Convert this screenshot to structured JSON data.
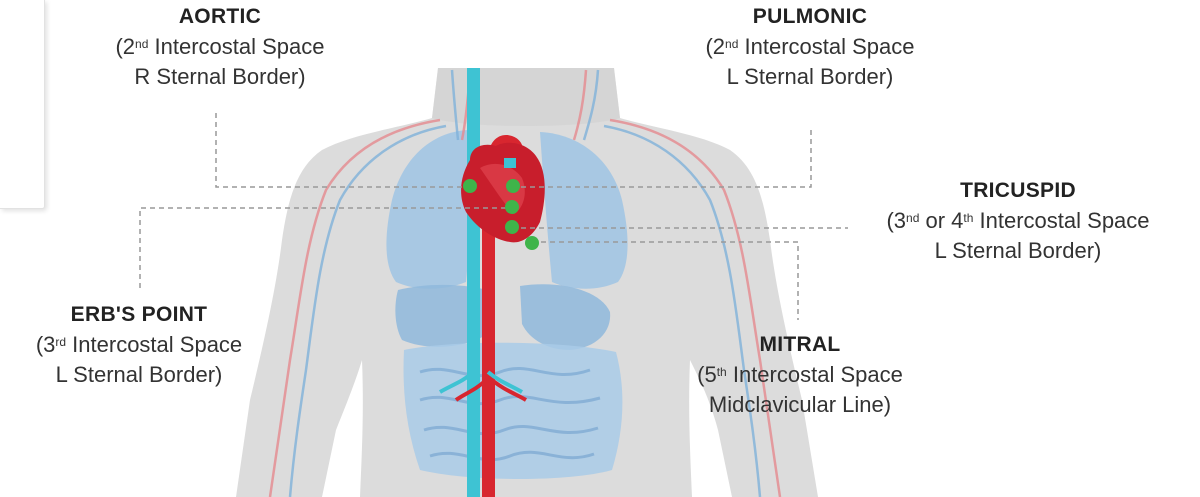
{
  "colors": {
    "silhouette": "#dcdcdc",
    "organs": "#9fc4e4",
    "vein": "#3ec3d3",
    "artery": "#d8262f",
    "heart": "#c81e2c",
    "auscultation_point": "#3fb44a",
    "connector": "#999999"
  },
  "points": {
    "aortic": {
      "title": "AORTIC",
      "line1_prefix": "(2",
      "line1_sup": "nd",
      "line1_suffix": " Intercostal Space",
      "line2": "R Sternal Border)"
    },
    "pulmonic": {
      "title": "PULMONIC",
      "line1_prefix": "(2",
      "line1_sup": "nd",
      "line1_suffix": " Intercostal Space",
      "line2": "L Sternal Border)"
    },
    "tricuspid": {
      "title": "TRICUSPID",
      "line1_prefix": "(3",
      "line1_sup": "nd",
      "line1_mid": " or 4",
      "line1_sup2": "th",
      "line1_suffix": " Intercostal Space",
      "line2": "L Sternal Border)"
    },
    "erbs_point": {
      "title": "ERB'S POINT",
      "line1_prefix": "(3",
      "line1_sup": "rd",
      "line1_suffix": " Intercostal Space",
      "line2": "L Sternal Border)"
    },
    "mitral": {
      "title": "MITRAL",
      "line1_prefix": "(5",
      "line1_sup": "th",
      "line1_suffix": " Intercostal Space",
      "line2": "Midclavicular Line)"
    }
  }
}
